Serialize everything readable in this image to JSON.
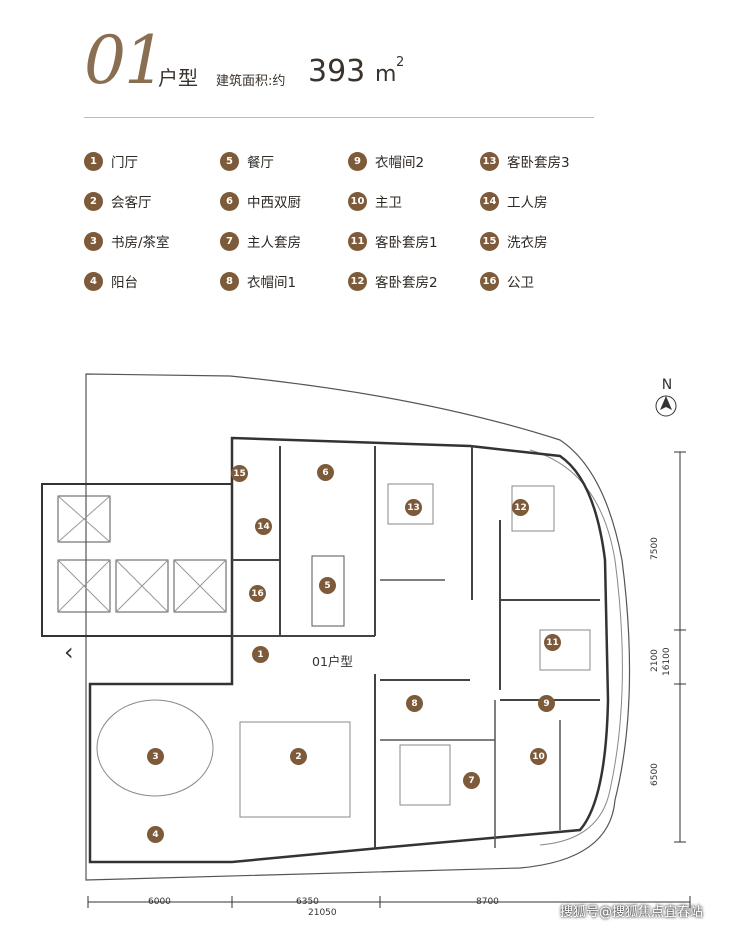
{
  "header": {
    "number": "01",
    "unit_type": "户型",
    "area_label": "建筑面积:约",
    "area_value": "393",
    "area_unit": "m",
    "area_sup": "2"
  },
  "legend": [
    {
      "num": "1",
      "label": "门厅"
    },
    {
      "num": "2",
      "label": "会客厅"
    },
    {
      "num": "3",
      "label": "书房/茶室"
    },
    {
      "num": "4",
      "label": "阳台"
    },
    {
      "num": "5",
      "label": "餐厅"
    },
    {
      "num": "6",
      "label": "中西双厨"
    },
    {
      "num": "7",
      "label": "主人套房"
    },
    {
      "num": "8",
      "label": "衣帽间1"
    },
    {
      "num": "9",
      "label": "衣帽间2"
    },
    {
      "num": "10",
      "label": "主卫"
    },
    {
      "num": "11",
      "label": "客卧套房1"
    },
    {
      "num": "12",
      "label": "客卧套房2"
    },
    {
      "num": "13",
      "label": "客卧套房3"
    },
    {
      "num": "14",
      "label": "工人房"
    },
    {
      "num": "15",
      "label": "洗衣房"
    },
    {
      "num": "16",
      "label": "公卫"
    }
  ],
  "plan": {
    "caption": "01户型",
    "north": "N",
    "back_arrow": "‹",
    "dims_bottom": [
      "6000",
      "6350",
      "8700"
    ],
    "dim_total": "21050",
    "dims_right": [
      "7500",
      "2100",
      "6500"
    ],
    "dim_right_total": "16100"
  },
  "watermark": "搜狐号@搜狐焦点宜春站",
  "colors": {
    "accent": "#7d5a3a",
    "title": "#8a6e52",
    "rule": "#c9b8a4"
  }
}
